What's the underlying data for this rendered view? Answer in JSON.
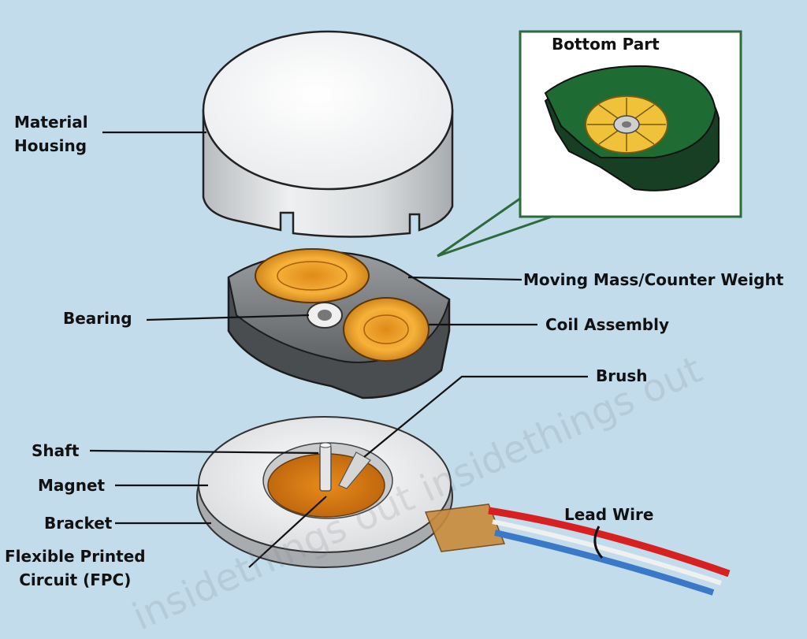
{
  "inset": {
    "title": "Bottom Part"
  },
  "labels": {
    "housing": "Material\nHousing",
    "moving_mass": "Moving Mass/Counter Weight",
    "bearing": "Bearing",
    "coil": "Coil Assembly",
    "brush": "Brush",
    "shaft": "Shaft",
    "magnet": "Magnet",
    "bracket": "Bracket",
    "fpc": "Flexible Printed\nCircuit (FPC)",
    "lead_wire": "Lead Wire"
  },
  "colors": {
    "background": "#c3dcec",
    "inset_border": "#2e6b3a",
    "pcb_green": "#1f6b34",
    "coil_orange": "#f2a12a",
    "housing_gray": "#e6e8ea",
    "wire_red": "#d82020",
    "wire_blue": "#3a78c8"
  }
}
